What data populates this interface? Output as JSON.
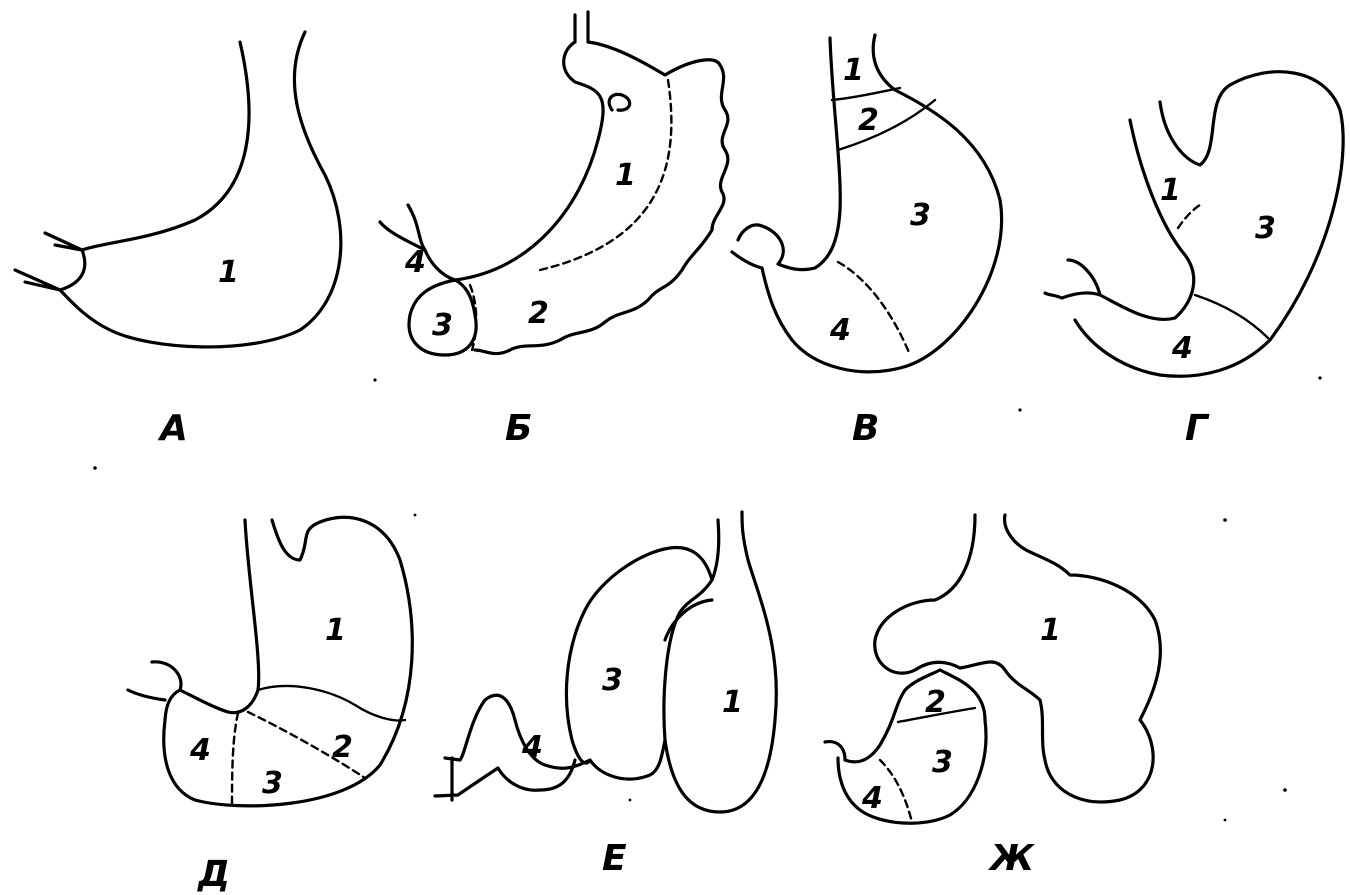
{
  "panels": [
    {
      "caption": "А",
      "regions": [
        "1"
      ]
    },
    {
      "caption": "Б",
      "regions": [
        "1",
        "2",
        "3",
        "4"
      ]
    },
    {
      "caption": "В",
      "regions": [
        "1",
        "2",
        "3",
        "4"
      ]
    },
    {
      "caption": "Г",
      "regions": [
        "1",
        "3",
        "4"
      ]
    },
    {
      "caption": "Д",
      "regions": [
        "1",
        "2",
        "3",
        "4"
      ]
    },
    {
      "caption": "Е",
      "regions": [
        "3",
        "1",
        "4"
      ]
    },
    {
      "caption": "Ж",
      "regions": [
        "1",
        "2",
        "3",
        "4"
      ]
    }
  ],
  "style": {
    "ink": "#000000",
    "paper": "#ffffff"
  }
}
